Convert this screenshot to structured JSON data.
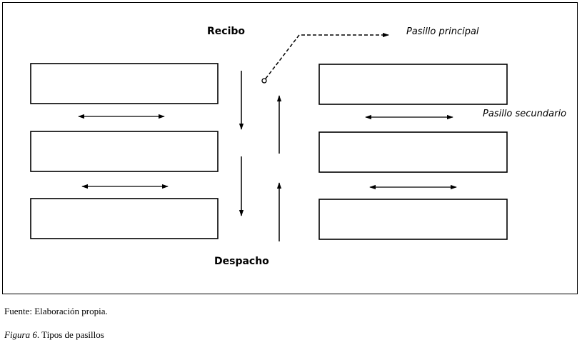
{
  "diagram": {
    "label_top": "Recibo",
    "label_bottom": "Despacho",
    "label_main_aisle": "Pasillo principal",
    "label_secondary_aisle": "Pasillo secundario"
  },
  "caption": {
    "source": "Fuente: Elaboración propia.",
    "figure_label": "Figura 6",
    "figure_title": ". Tipos de pasillos"
  }
}
